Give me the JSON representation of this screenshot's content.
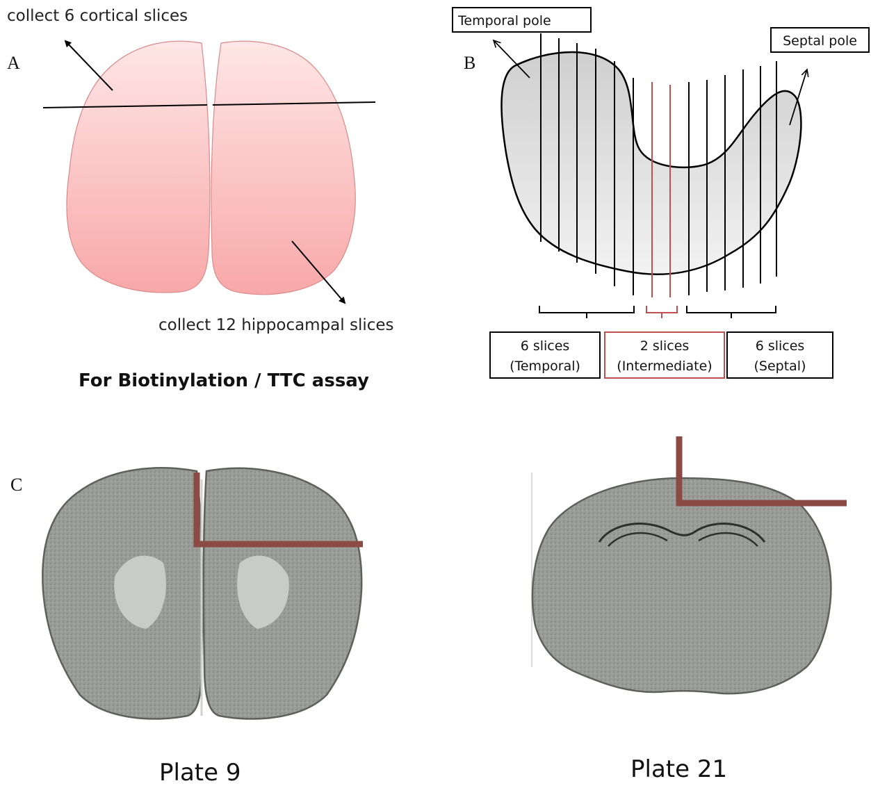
{
  "panel_a": {
    "letter": "A",
    "cortical_note": "collect 6 cortical slices",
    "hippocampal_note": "collect 12 hippocampal slices",
    "title": "For Biotinylation / TTC assay"
  },
  "panel_b": {
    "letter": "B",
    "temporal_pole": "Temporal pole",
    "septal_pole": "Septal pole",
    "groups": [
      {
        "count": "6 slices",
        "region": "(Temporal)",
        "color": "#000000"
      },
      {
        "count": "2 slices",
        "region": "(Intermediate)",
        "color": "#c0504d"
      },
      {
        "count": "6 slices",
        "region": "(Septal)",
        "color": "#000000"
      }
    ]
  },
  "panel_c": {
    "letter": "C",
    "plates": [
      {
        "label": "Plate 9"
      },
      {
        "label": "Plate 21"
      }
    ]
  },
  "colors": {
    "brain_pink_top": "#ffe3e3",
    "brain_pink_bottom": "#f8a9a9",
    "hippocampus_fill": "#d9d9d9",
    "red_line": "#c0504d",
    "marker_brown": "#8b4a44"
  }
}
